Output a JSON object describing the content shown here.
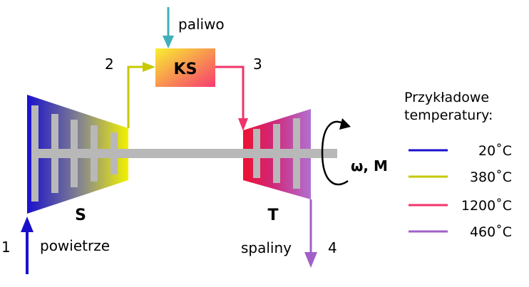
{
  "diagram": {
    "labels": {
      "fuel": "paliwo",
      "combustion_chamber": "KS",
      "compressor": "S",
      "turbine": "T",
      "air": "powietrze",
      "exhaust": "spaliny",
      "shaft_output": "ω, M",
      "point_1": "1",
      "point_2": "2",
      "point_3": "3",
      "point_4": "4"
    },
    "legend": {
      "title_line1": "Przykładowe",
      "title_line2": "temperatury:",
      "items": [
        {
          "label": "20˚C",
          "color": "#1a10cc"
        },
        {
          "label": "380˚C",
          "color": "#c8c800"
        },
        {
          "label": "1200˚C",
          "color": "#f0346a"
        },
        {
          "label": "460˚C",
          "color": "#a060c8"
        }
      ]
    },
    "colors": {
      "cold": "#1a10cc",
      "warm": "#e8e800",
      "hot": "#f0346a",
      "exhaust": "#a060c8",
      "fuel": "#40b0b8",
      "shaft": "#b8b8b8",
      "ks_top": "#f8f030",
      "ks_bottom": "#f83a70"
    }
  }
}
